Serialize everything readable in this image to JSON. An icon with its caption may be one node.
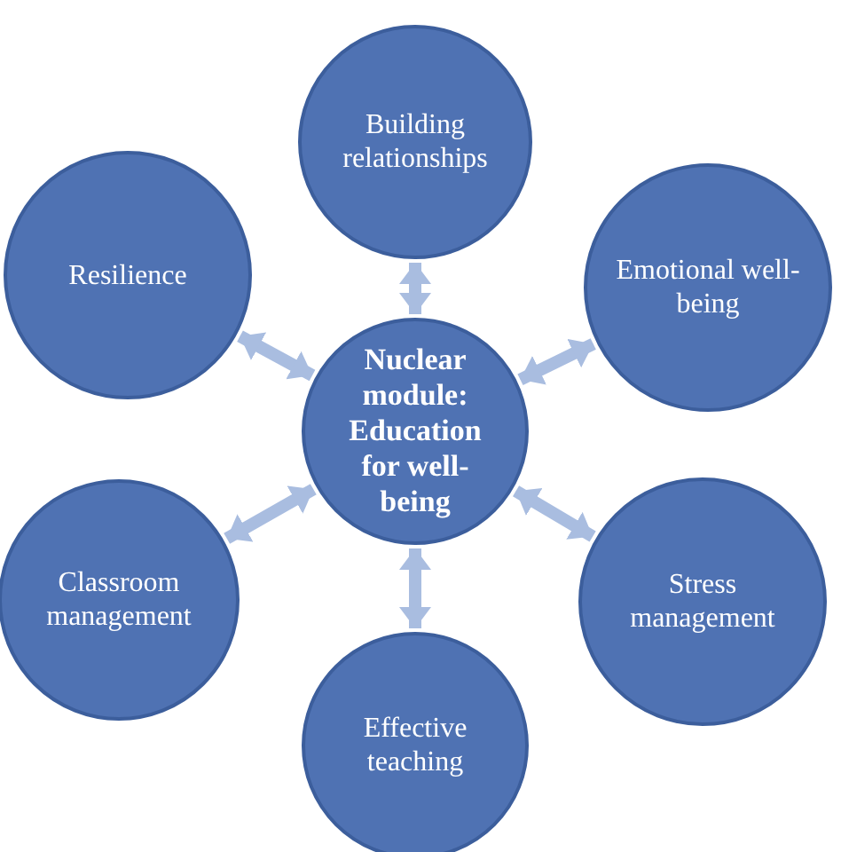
{
  "diagram": {
    "nodes": [
      {
        "text": [
          "Building relationships"
        ]
      },
      {
        "text": [
          "Resilience"
        ]
      },
      {
        "text": [
          "Emotional well-being"
        ]
      },
      {
        "text": [
          "Nuclear module: Education for well-being"
        ]
      },
      {
        "text": [
          "Classroom management"
        ]
      },
      {
        "text": [
          "Stress management"
        ]
      },
      {
        "text": [
          "Effective teaching"
        ]
      }
    ],
    "edges": [
      {
        "from": 3,
        "to": 0,
        "arrow": "both"
      },
      {
        "from": 3,
        "to": 1,
        "arrow": "both"
      },
      {
        "from": 3,
        "to": 2,
        "arrow": "both"
      },
      {
        "from": 3,
        "to": 4,
        "arrow": "both"
      },
      {
        "from": 3,
        "to": 5,
        "arrow": "both"
      },
      {
        "from": 3,
        "to": 6,
        "arrow": "both"
      }
    ]
  }
}
